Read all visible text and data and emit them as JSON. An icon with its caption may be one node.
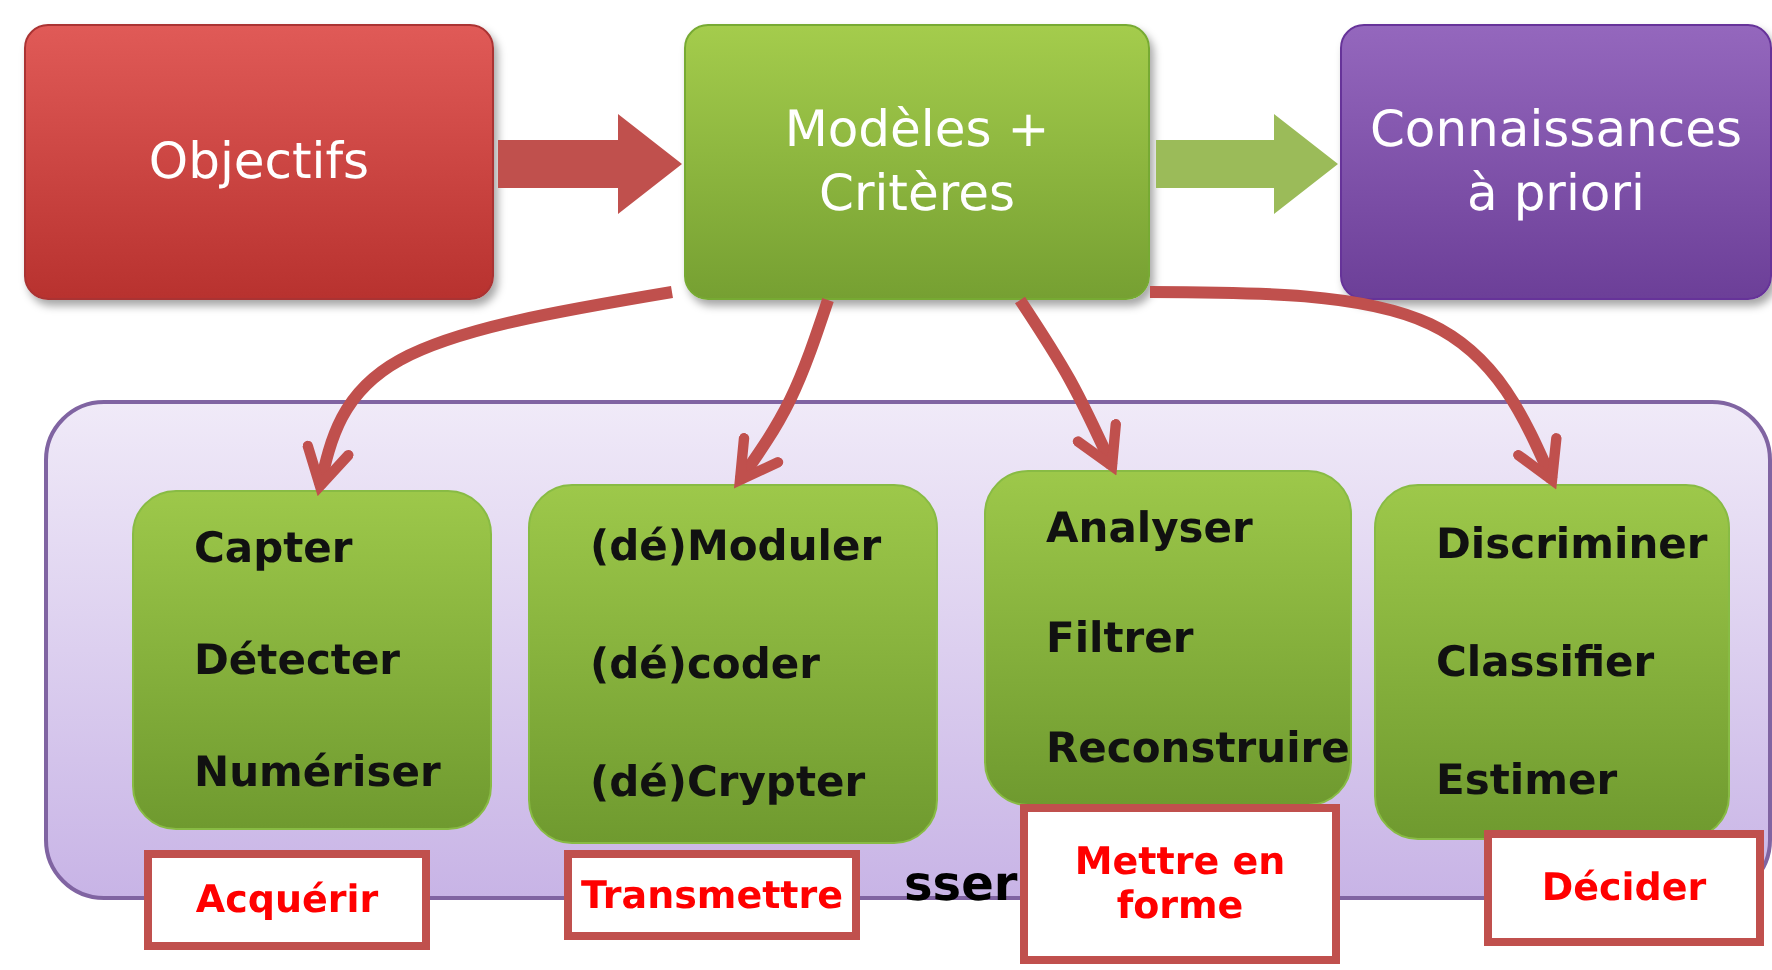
{
  "diagram": {
    "nodes": [
      {
        "text": [
          "Objectifs"
        ]
      },
      {
        "text": [
          "Modèles + Critères"
        ]
      },
      {
        "text": [
          "Connaissances à priori"
        ]
      },
      {
        "text": [
          "sser"
        ]
      },
      {
        "text": [
          "Capter",
          "Détecter",
          "Numériser"
        ],
        "in": 3
      },
      {
        "text": [
          "(dé)Moduler",
          "(dé)coder",
          "(dé)Crypter"
        ],
        "in": 3
      },
      {
        "text": [
          "Analyser",
          "Filtrer",
          "Reconstruire"
        ],
        "in": 3
      },
      {
        "text": [
          "Discriminer",
          "Classifier",
          "Estimer"
        ],
        "in": 3
      },
      {
        "text": [
          "Acquérir"
        ]
      },
      {
        "text": [
          "Transmettre"
        ]
      },
      {
        "text": [
          "Mettre en forme"
        ]
      },
      {
        "text": [
          "Décider"
        ]
      }
    ],
    "edges": [
      {
        "from": 0,
        "to": 1,
        "arrow": "to",
        "style": "thick"
      },
      {
        "from": 1,
        "to": 2,
        "arrow": "to",
        "style": "thick",
        "color": "#9bbb59"
      },
      {
        "from": 1,
        "to": 4,
        "arrow": "to"
      },
      {
        "from": 1,
        "to": 5,
        "arrow": "to"
      },
      {
        "from": 1,
        "to": 6,
        "arrow": "to"
      },
      {
        "from": 1,
        "to": 7,
        "arrow": "to"
      }
    ]
  }
}
